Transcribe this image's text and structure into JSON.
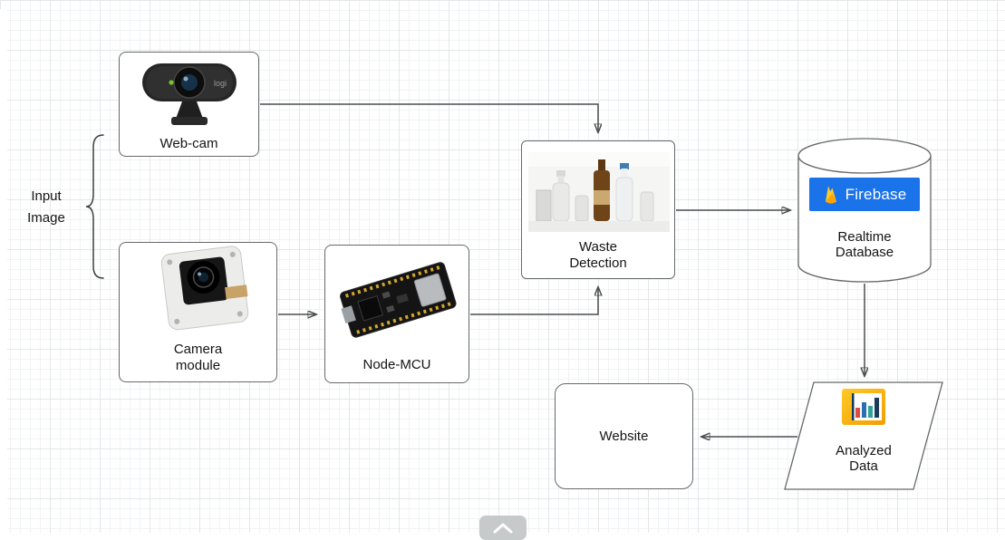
{
  "diagram": {
    "input_image": {
      "label": "Input Image"
    },
    "webcam": {
      "label": "Web-cam",
      "brand": "logi",
      "photo": "logitech-webcam-photo"
    },
    "camera_module": {
      "label": "Camera module",
      "photo": "camera-module-photo"
    },
    "node_mcu": {
      "label": "Node-MCU",
      "photo": "nodemcu-board-photo"
    },
    "waste_detection": {
      "label": "Waste Detection",
      "photo": "bottles-and-cans-photo"
    },
    "realtime_database": {
      "label": "Realtime Database",
      "logo": {
        "text": "Firebase",
        "bg_color": "#1a73e8",
        "icon": "firebase-flame-icon"
      }
    },
    "website": {
      "label": "Website"
    },
    "analyzed_data": {
      "label": "Analyzed Data",
      "icon": "bar-chart-icon"
    },
    "edges": [
      {
        "from": "Web-cam",
        "to": "Waste Detection"
      },
      {
        "from": "Camera module",
        "to": "Node-MCU"
      },
      {
        "from": "Node-MCU",
        "to": "Waste Detection"
      },
      {
        "from": "Waste Detection",
        "to": "Realtime Database"
      },
      {
        "from": "Realtime Database",
        "to": "Analyzed Data"
      },
      {
        "from": "Analyzed Data",
        "to": "Website"
      }
    ],
    "colors": {
      "node_border": "#66696b",
      "arrow": "#4a4d4e",
      "text": "#141414",
      "grid_minor": "#f1f3f4",
      "grid_major": "#e3e6e8",
      "firebase_blue": "#1a73e8"
    }
  },
  "controls": {
    "collapse_button_icon": "chevron-up-icon"
  }
}
